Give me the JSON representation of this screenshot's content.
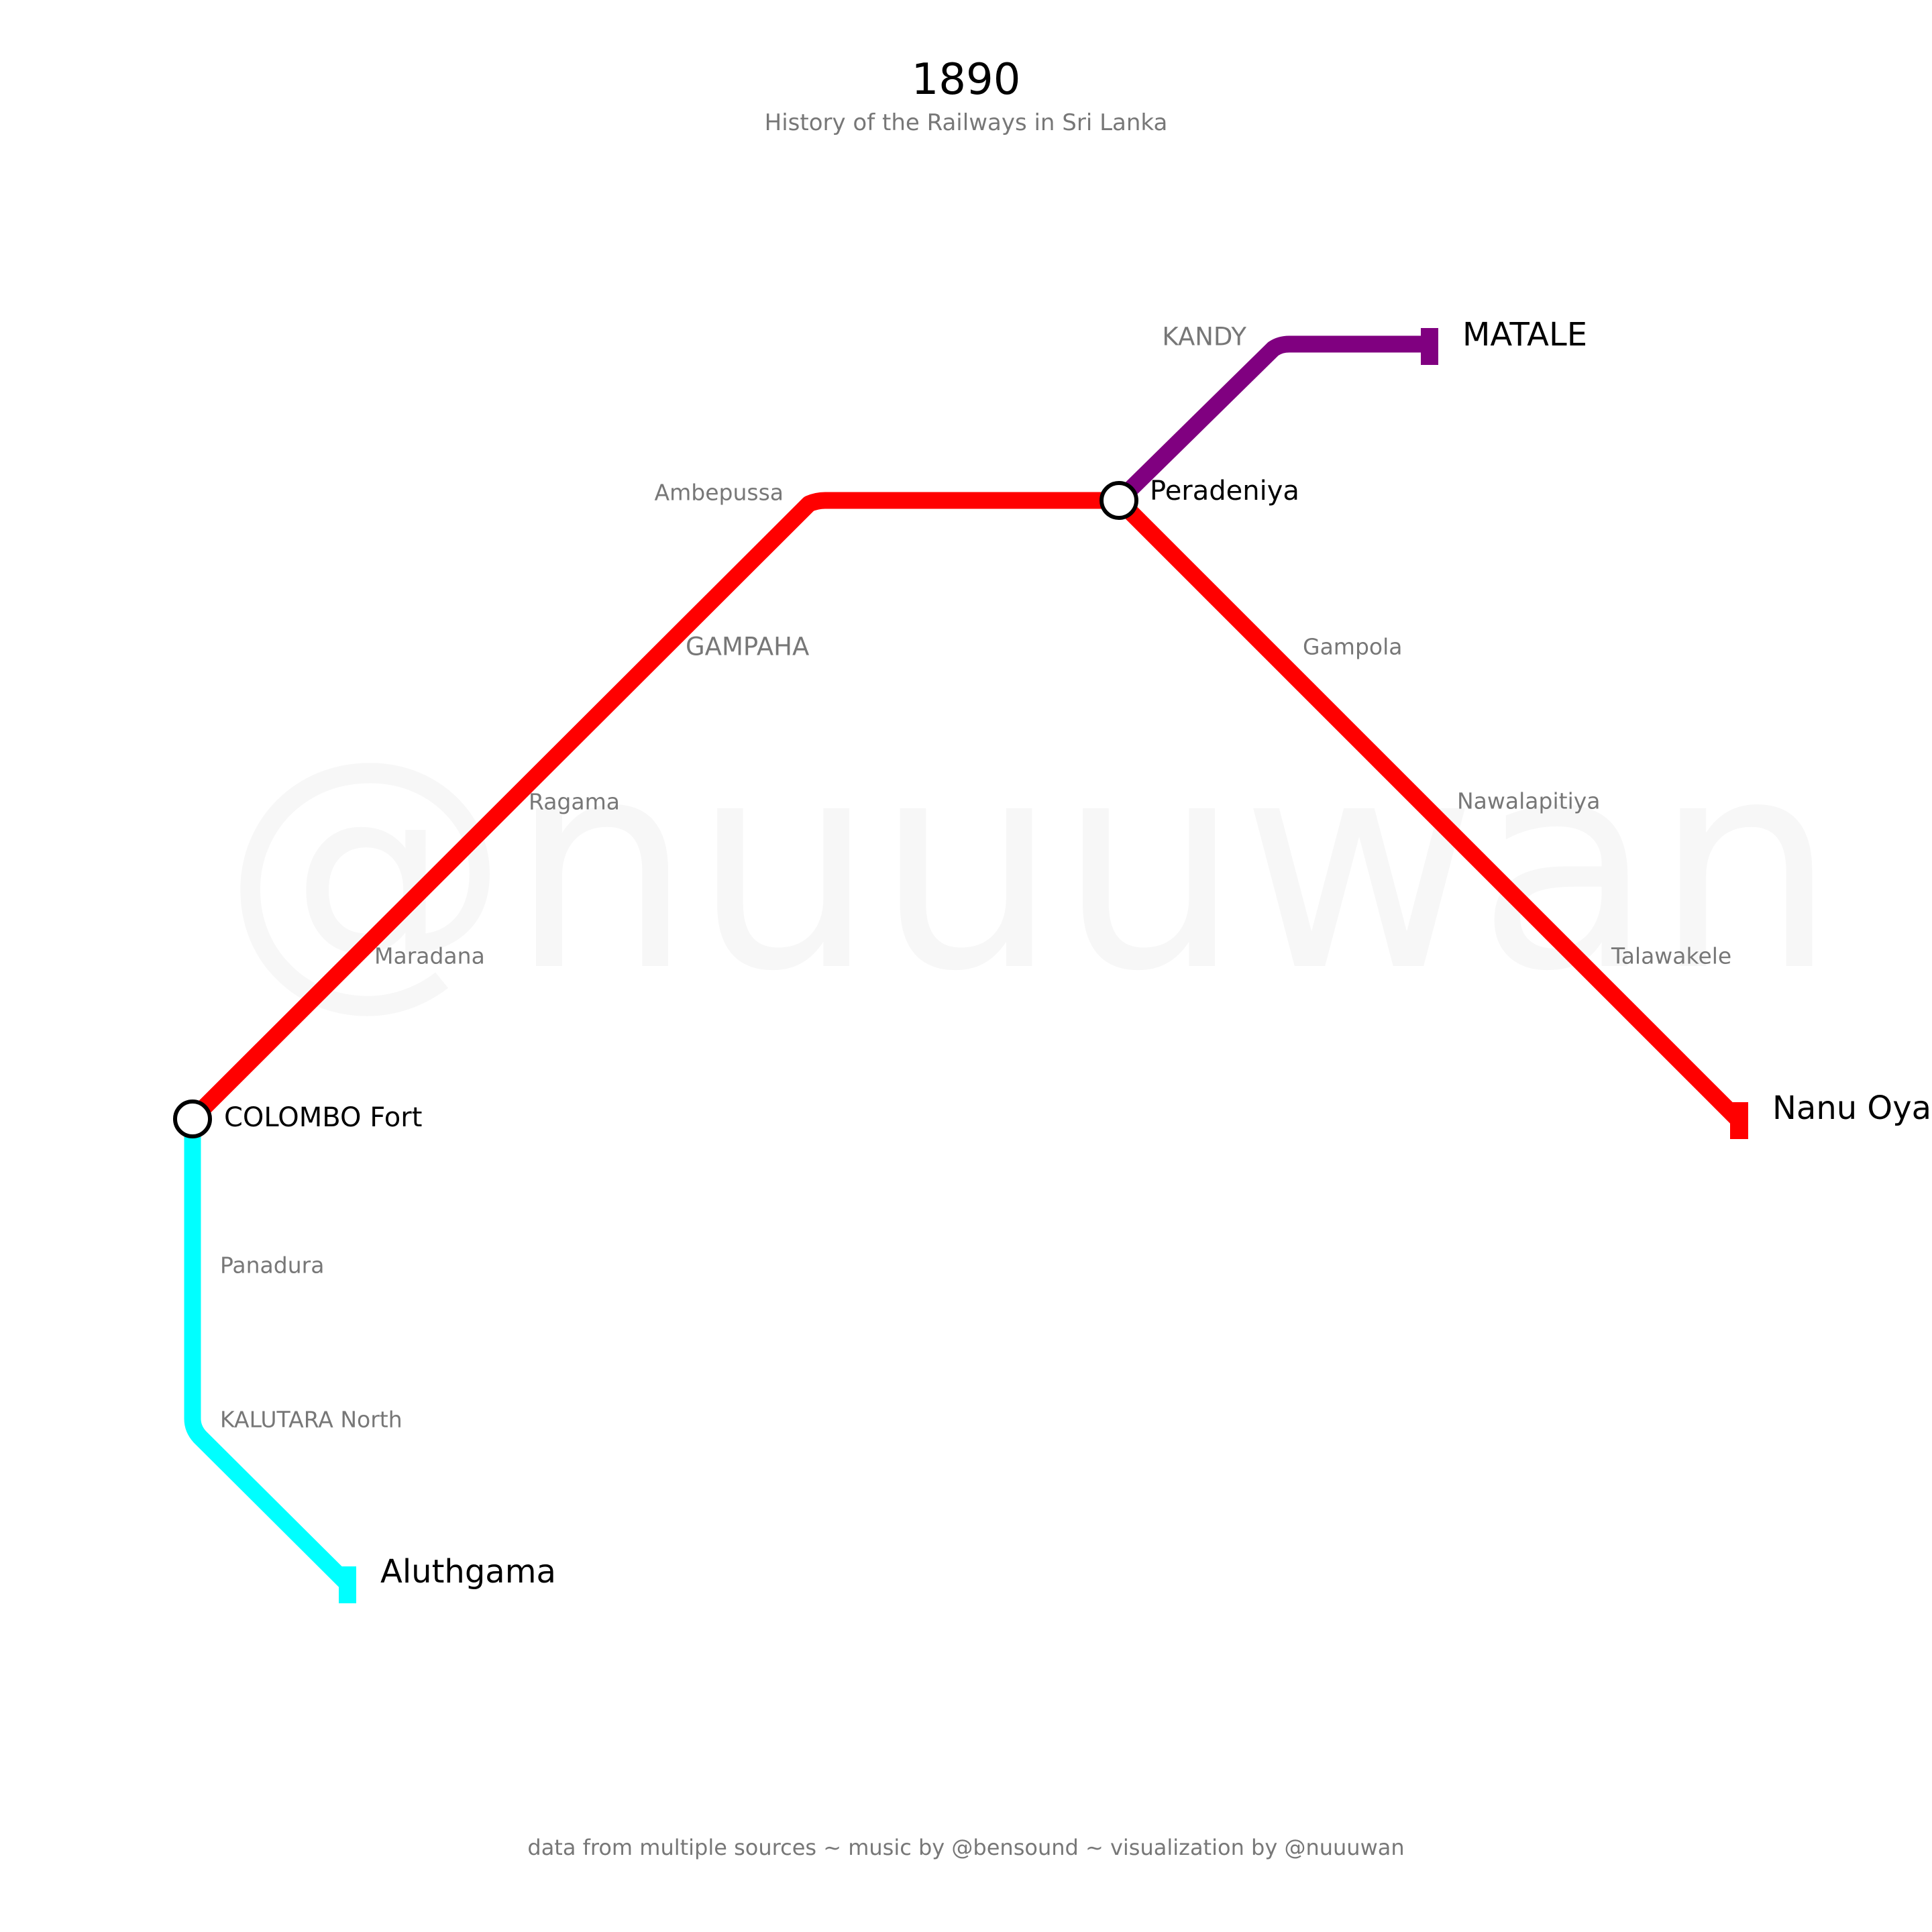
{
  "title": "1890",
  "subtitle": "History of the Railways in Sri Lanka",
  "watermark": "@nuuuwan",
  "footer": "data from multiple sources ~ music by @bensound ~ visualization by @nuuuwan",
  "lines": [
    {
      "name": "main-line",
      "color": "#ff0000"
    },
    {
      "name": "upcountry-branch",
      "color": "#ff0000"
    },
    {
      "name": "matale-line",
      "color": "#800080"
    },
    {
      "name": "coastal-line",
      "color": "#00ffff"
    }
  ],
  "stations": {
    "colombo_fort": "COLOMBO Fort",
    "maradana": "Maradana",
    "ragama": "Ragama",
    "gampaha": "GAMPAHA",
    "ambepussa": "Ambepussa",
    "peradeniya": "Peradeniya",
    "kandy": "KANDY",
    "matale": "MATALE",
    "gampola": "Gampola",
    "nawalapitiya": "Nawalapitiya",
    "talawakele": "Talawakele",
    "nanu_oya": "Nanu Oya",
    "panadura": "Panadura",
    "kalutara_north": "KALUTARA North",
    "aluthgama": "Aluthgama"
  }
}
